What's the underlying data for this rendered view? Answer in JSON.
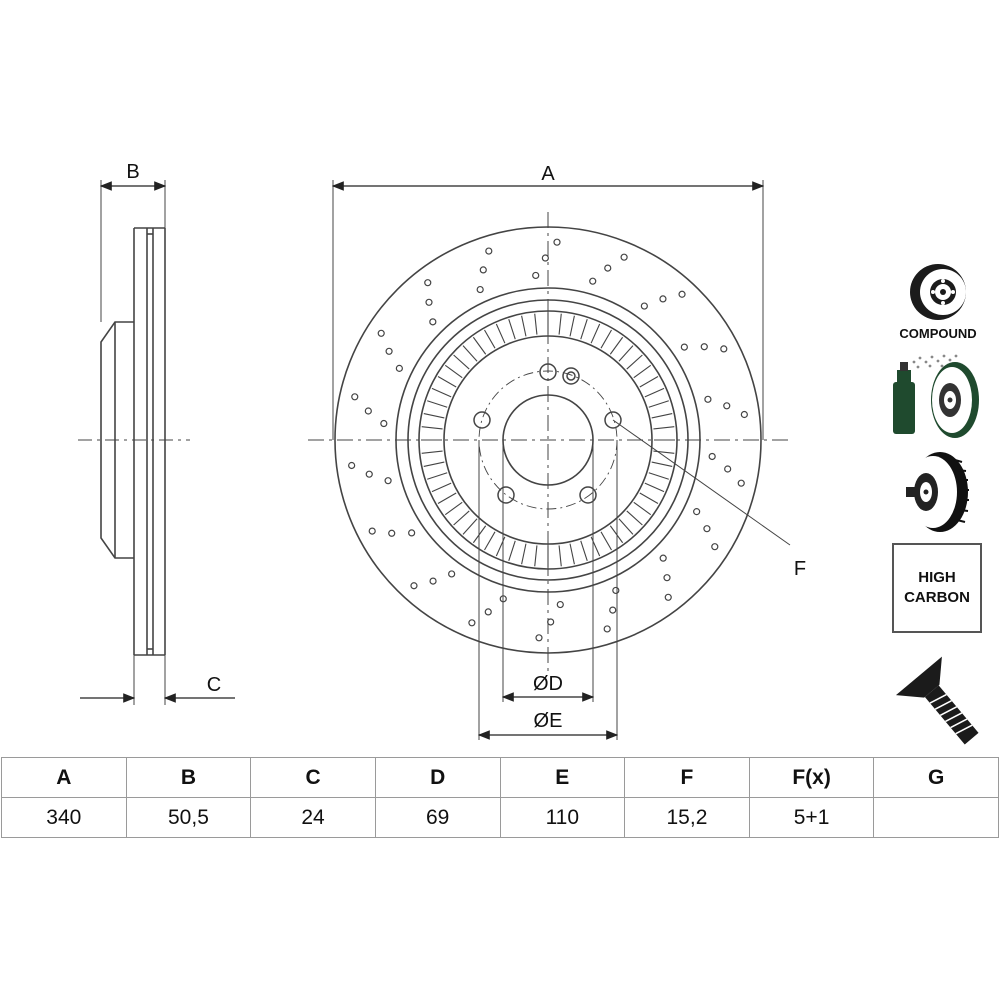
{
  "drawing": {
    "dimension_labels": {
      "a": "A",
      "b": "B",
      "c": "C",
      "d": "ØD",
      "e": "ØE",
      "f": "F"
    }
  },
  "icons": {
    "compound_label": "COMPOUND",
    "high_carbon_line1": "HIGH",
    "high_carbon_line2": "CARBON"
  },
  "spec_table": {
    "headers": [
      "A",
      "B",
      "C",
      "D",
      "E",
      "F",
      "F(x)",
      "G"
    ],
    "values": [
      "340",
      "50,5",
      "24",
      "69",
      "110",
      "15,2",
      "5+1",
      ""
    ]
  },
  "colors": {
    "line": "#444444",
    "icon_green": "#1f4a2e",
    "border": "#9a9a9a"
  }
}
